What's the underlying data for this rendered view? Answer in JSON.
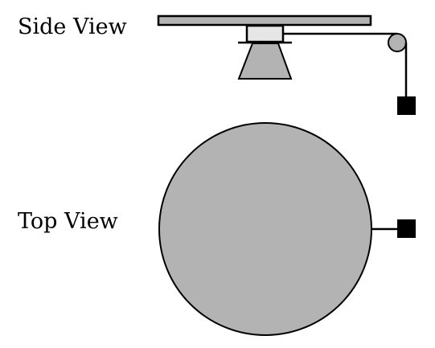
{
  "labels": {
    "side_view": "Side View",
    "top_view": "Top View"
  },
  "colors": {
    "platter_fill": "#b3b3b3",
    "hub_fill": "#e6e6e6",
    "weight_fill": "#000000",
    "stroke": "#000000"
  },
  "components": {
    "side_view": [
      "platter",
      "hub",
      "base",
      "string",
      "pulley",
      "hanging-weight"
    ],
    "top_view": [
      "platter",
      "string",
      "weight"
    ]
  }
}
